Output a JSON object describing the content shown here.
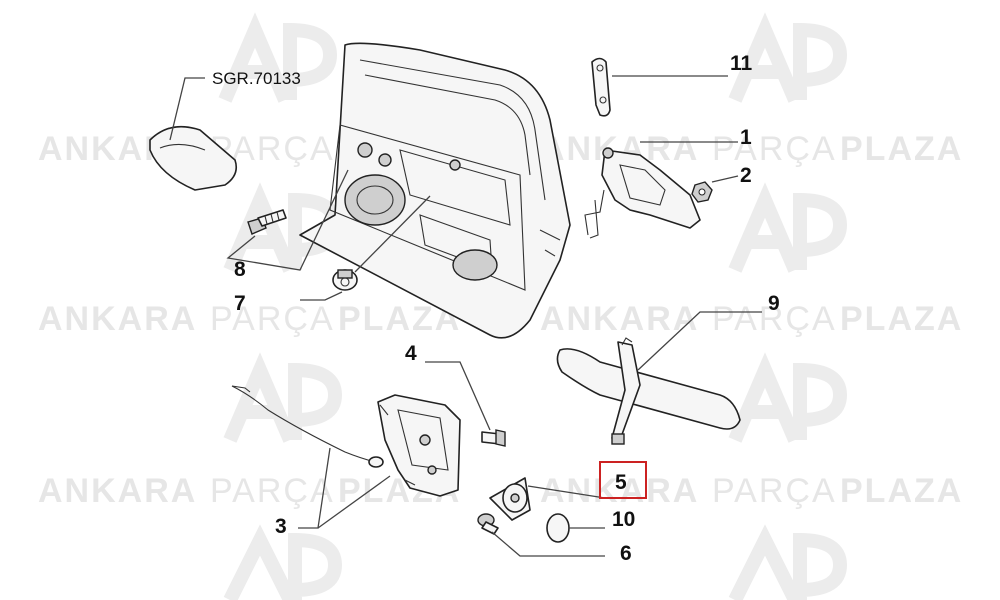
{
  "watermark": {
    "brand_bold_1": "ANKARA",
    "brand_light": "PARÇA",
    "brand_bold_2": "PLAZA",
    "logo_letters": "AP",
    "color_text": "#e6e6e6",
    "color_logo": "#eeeeee"
  },
  "reference_code": "SGR.70133",
  "callouts": [
    {
      "id": "1",
      "label": "1"
    },
    {
      "id": "2",
      "label": "2"
    },
    {
      "id": "3",
      "label": "3"
    },
    {
      "id": "4",
      "label": "4"
    },
    {
      "id": "5",
      "label": "5",
      "highlighted": true
    },
    {
      "id": "6",
      "label": "6"
    },
    {
      "id": "7",
      "label": "7"
    },
    {
      "id": "8",
      "label": "8"
    },
    {
      "id": "9",
      "label": "9"
    },
    {
      "id": "10",
      "label": "10"
    },
    {
      "id": "11",
      "label": "11"
    }
  ],
  "highlight_color": "#cc2222",
  "icons": [
    "door-panel-icon",
    "handle-icon",
    "lock-mechanism-icon",
    "check-strap-icon",
    "bolt-icon",
    "nut-icon",
    "clip-icon",
    "bracket-icon",
    "cable-icon",
    "plate-icon",
    "gasket-icon",
    "trim-cover-icon"
  ]
}
